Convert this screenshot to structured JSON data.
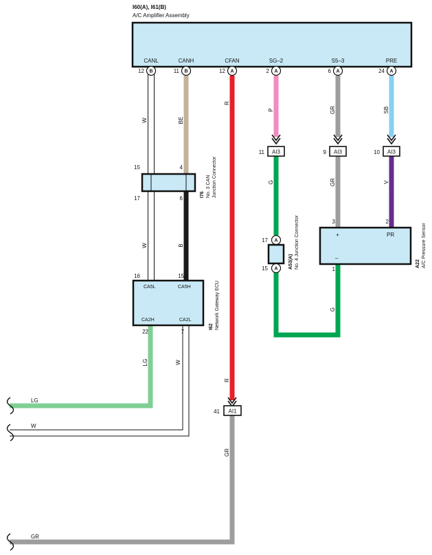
{
  "amplifier": {
    "ref": "I60(A), I61(B)",
    "name": "A/C Amplifier Assembly",
    "terminals": [
      {
        "label": "CANL",
        "pin": "12",
        "conn": "B"
      },
      {
        "label": "CANH",
        "pin": "11",
        "conn": "B"
      },
      {
        "label": "CFAN",
        "pin": "12",
        "conn": "A"
      },
      {
        "label": "SG–2",
        "pin": "2",
        "conn": "A"
      },
      {
        "label": "S5–3",
        "pin": "6",
        "conn": "A"
      },
      {
        "label": "PRE",
        "pin": "24",
        "conn": "A"
      }
    ]
  },
  "junction_can": {
    "ref": "I76",
    "name_line1": "No. 3 CAN",
    "name_line2": "Junction Connector",
    "pins": {
      "top_left": "15",
      "top_right": "4",
      "bottom_left": "17",
      "bottom_right": "6"
    }
  },
  "gateway": {
    "ref": "I62",
    "name": "Network Gateway ECU",
    "labels": {
      "ca5l": "CA5L",
      "ca5h": "CA5H",
      "ca2h": "CA2H",
      "ca2l": "CA2L"
    },
    "pins": {
      "ca5l": "16",
      "ca5h": "15",
      "ca2h": "22",
      "ca2l": "7"
    }
  },
  "junction_4": {
    "ref": "A53(A)",
    "name": "No. 4 Junction Connector",
    "pins": {
      "top": "17",
      "bottom": "15"
    },
    "conn": "A"
  },
  "sensor": {
    "ref": "A22",
    "name": "A/C Pressure Sensor",
    "plus": "+",
    "minus": "–",
    "pr": "PR",
    "pins": {
      "plus": "3",
      "pr": "2",
      "minus": "1"
    }
  },
  "inline_connectors": {
    "ai3": "AI3",
    "ai1": "AI1",
    "pins": {
      "sg2": "11",
      "s53": "9",
      "pre": "10",
      "cfan": "41"
    }
  },
  "wire_colors": {
    "canl_top": "W",
    "canh_top": "BE",
    "cfan_top": "R",
    "sg2_top": "P",
    "s53_top": "GR",
    "pre_top": "SB",
    "sg2_mid": "G",
    "s53_mid": "GR",
    "pre_mid": "V",
    "canl_mid": "W",
    "canh_mid": "B",
    "sensor_g": "G",
    "lg_vert": "LG",
    "w_vert": "W",
    "cfan_low": "R",
    "gr_low": "GR"
  },
  "off_page": {
    "lg": "LG",
    "w": "W",
    "gr": "GR"
  },
  "colors": {
    "component_fill": "#c9e9f6",
    "red": "#e62028",
    "pink": "#f08cc0",
    "gray": "#9d9d9f",
    "sky": "#86d0f0",
    "green": "#00a651",
    "purple": "#662d91",
    "beige": "#c2b399",
    "black": "#1a1a1a",
    "light_green": "#7fcf95"
  }
}
